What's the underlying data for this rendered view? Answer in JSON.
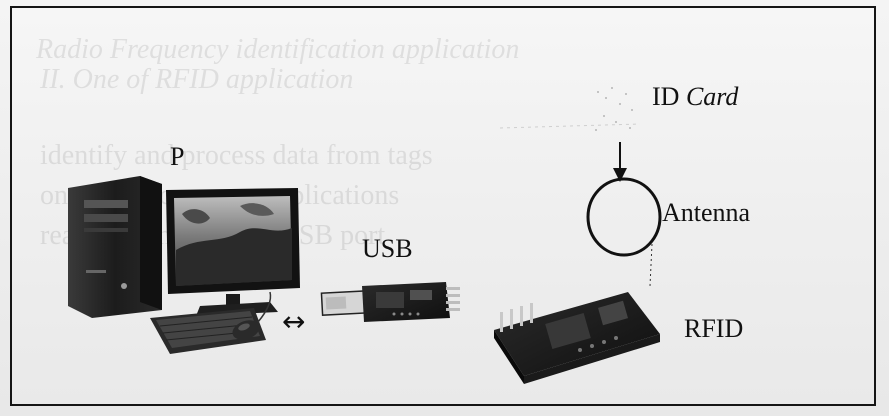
{
  "labels": {
    "pc": "P",
    "usb": "USB",
    "id_prefix": "ID ",
    "id_suffix": "Card",
    "antenna": "Antenna",
    "rfid": "RFID"
  },
  "connection_symbol": "↔",
  "colors": {
    "ink": "#111111",
    "frame": "#151515",
    "background": "#efefef"
  },
  "icons": [
    "pc-tower-icon",
    "monitor-icon",
    "keyboard-icon",
    "mouse-icon",
    "usb-adapter-icon",
    "rfid-module-icon",
    "antenna-loop-icon",
    "arrow-down-icon"
  ]
}
